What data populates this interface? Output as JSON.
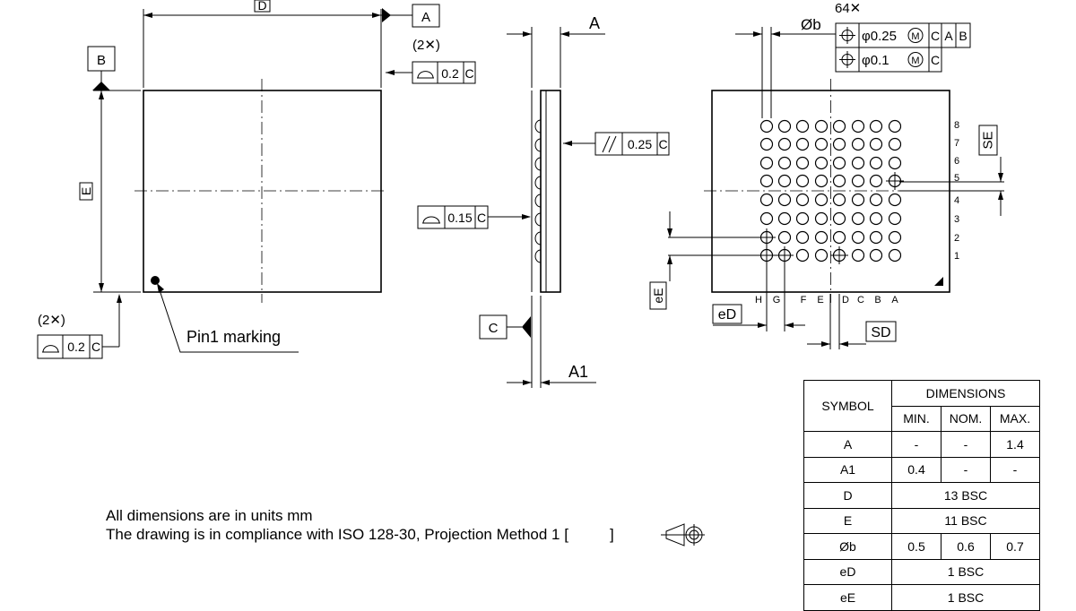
{
  "top_view": {
    "dim_d_label": "D",
    "dim_e_label": "E",
    "datum_a": "A",
    "datum_b": "B",
    "count_top": "(2✕)",
    "count_bottom": "(2✕)",
    "flatness_top_value": "0.2",
    "flatness_top_ref": "C",
    "flatness_bottom_value": "0.2",
    "flatness_bottom_ref": "C",
    "pin1_label": "Pin1 marking"
  },
  "side_view": {
    "height_label": "A",
    "standoff_label": "A1",
    "datum_c": "C",
    "parallel_value": "0.25",
    "parallel_ref": "C",
    "flatness_value": "0.15",
    "flatness_ref": "C"
  },
  "bottom_view": {
    "ball_count": "64✕",
    "ball_dia_label": "Øb",
    "pos_tol_1": "φ0.25",
    "pos_tol_1_mod": "M",
    "pos_tol_1_refs": [
      "C",
      "A",
      "B"
    ],
    "pos_tol_2": "φ0.1",
    "pos_tol_2_mod": "M",
    "pos_tol_2_refs": [
      "C"
    ],
    "row_labels": [
      "8",
      "7",
      "6",
      "5",
      "4",
      "3",
      "2",
      "1"
    ],
    "column_labels": [
      "H",
      "G",
      "F",
      "E",
      "D",
      "C",
      "B",
      "A"
    ],
    "pitch_d_label": "eD",
    "pitch_e_label": "eE",
    "offset_d_label": "SD",
    "offset_e_label": "SE"
  },
  "notes": [
    "All dimensions are in units mm",
    "The drawing is in compliance with ISO 128-30, Projection Method 1 ["
  ],
  "notes_suffix": "]",
  "table": {
    "symbol_header": "SYMBOL",
    "dimensions_header": "DIMENSIONS",
    "min_header": "MIN.",
    "nom_header": "NOM.",
    "max_header": "MAX.",
    "rows": [
      {
        "symbol": "A",
        "min": "-",
        "nom": "-",
        "max": "1.4"
      },
      {
        "symbol": "A1",
        "min": "0.4",
        "nom": "-",
        "max": "-"
      },
      {
        "symbol": "D",
        "span": "13 BSC"
      },
      {
        "symbol": "E",
        "span": "11 BSC"
      },
      {
        "symbol": "Øb",
        "min": "0.5",
        "nom": "0.6",
        "max": "0.7"
      },
      {
        "symbol": "eD",
        "span": "1 BSC"
      },
      {
        "symbol": "eE",
        "span": "1 BSC"
      }
    ]
  }
}
